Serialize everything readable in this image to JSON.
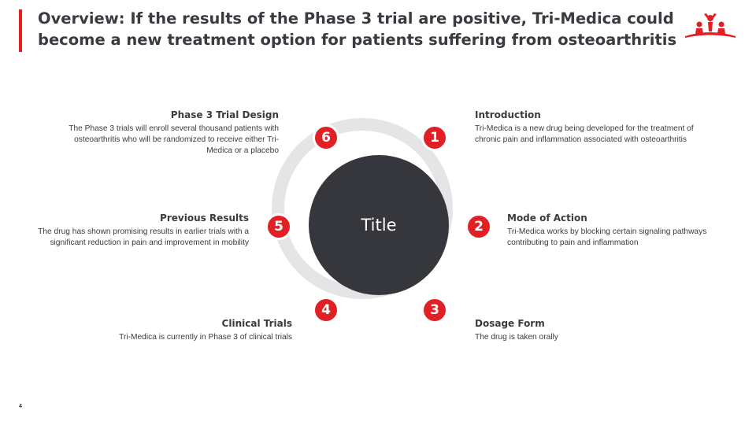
{
  "header": {
    "title_line1": "Overview: If the results of the Phase 3 trial are positive, Tri-Medica could",
    "title_line2": "become a new treatment option for patients suffering from osteoarthritis"
  },
  "logo": {
    "icon": "people-logo-icon",
    "color": "#e02024"
  },
  "diagram": {
    "center_title": "Title",
    "steps": [
      {
        "number": "1",
        "heading": "Introduction",
        "text": "Tri-Medica is a new drug being developed for the treatment of chronic pain and inflammation associated with osteoarthritis"
      },
      {
        "number": "2",
        "heading": "Mode of Action",
        "text": "Tri-Medica works by blocking certain signaling pathways contributing to pain and inflammation"
      },
      {
        "number": "3",
        "heading": "Dosage Form",
        "text": "The drug is taken orally"
      },
      {
        "number": "4",
        "heading": "Clinical Trials",
        "text": "Tri-Medica is currently in Phase 3 of clinical trials"
      },
      {
        "number": "5",
        "heading": "Previous Results",
        "text": "The drug has shown promising results in earlier trials with a significant reduction in pain and improvement in mobility"
      },
      {
        "number": "6",
        "heading": "Phase 3 Trial Design",
        "text": "The Phase 3 trials will enroll several thousand patients with osteoarthritis who will be randomized to receive either Tri-Medica or a placebo"
      }
    ]
  },
  "colors": {
    "accent": "#e02024",
    "center": "#36373d",
    "ring": "#e5e5e8"
  },
  "footer": {
    "page_number": "4"
  }
}
